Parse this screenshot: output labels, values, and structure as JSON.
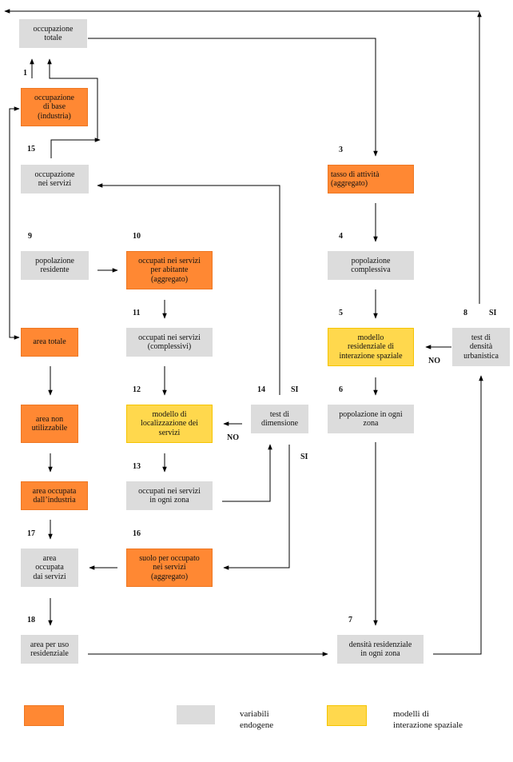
{
  "nodes": {
    "occupazione_totale": "occupazione\ntotale",
    "occupazione_base": "occupazione\ndi base\n(industria)",
    "occupazione_servizi": "occupazione\nnei servizi",
    "popolazione_residente": "popolazione\nresidente",
    "occupati_per_abitante": "occupati nei servizi\nper abitante\n(aggregato)",
    "occupati_complessivi": "occupati nei servizi\n(complessivi)",
    "modello_localizzazione": "modello di\nlocalizzazione dei\nservizi",
    "occupati_ogni_zona": "occupati nei servizi\nin ogni zona",
    "suolo_per_occupato": "suolo per occupato\nnei servizi\n(aggregato)",
    "area_totale": "area totale",
    "area_non_utilizzabile": "area non\nutilizzabile",
    "area_industria": "area occupata\ndall’industria",
    "area_servizi": "area\noccupata\ndai servizi",
    "area_residenziale": "area per uso\nresidenziale",
    "test_dimensione": "test di\ndimensione",
    "tasso_attivita": "tasso di attività\n(aggregato)",
    "popolazione_complessiva": "popolazione\ncomplessiva",
    "modello_residenziale": "modello\nresidenziale di\ninterazione spaziale",
    "popolazione_ogni_zona": "popolazione in ogni\nzona",
    "densita_residenziale": "densità residenziale\nin ogni zona",
    "test_densita": "test di\ndensità\nurbanistica"
  },
  "numbers": {
    "n1": "1",
    "n3": "3",
    "n4": "4",
    "n5": "5",
    "n6": "6",
    "n7": "7",
    "n8": "8",
    "n9": "9",
    "n10": "10",
    "n11": "11",
    "n12": "12",
    "n13": "13",
    "n14": "14",
    "n15": "15",
    "n16": "16",
    "n17": "17",
    "n18": "18"
  },
  "branch_labels": {
    "si_14": "SI",
    "no_14": "NO",
    "si_test_dim": "SI",
    "si_8": "SI",
    "no_8": "NO"
  },
  "legend": {
    "endogenous": "variabili\nendogene",
    "models": "modelli di\ninterazione spaziale",
    "colors": {
      "exogenous": "#ff8833",
      "endogenous": "#dcdcdc",
      "models": "#ffd84d"
    }
  }
}
